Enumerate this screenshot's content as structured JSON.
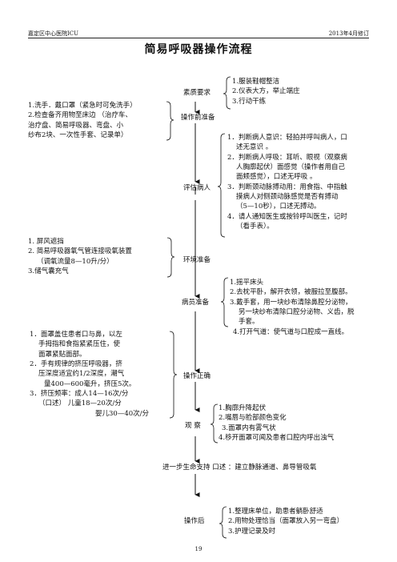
{
  "header": {
    "left": "嘉定区中心医院ICU",
    "right": "2013年4月修订"
  },
  "title": "简易呼吸器操作流程",
  "steps": {
    "s1": "素质要求",
    "s2": "操作前准备",
    "s3": "评估病人",
    "s4": "环境准备",
    "s5": "病员准备",
    "s6": "操作正确",
    "s7": "观  察",
    "s8": "进一步生命支持  口述 ：建立静脉通道、鼻导管吸氧",
    "s9": "操作后"
  },
  "quality": [
    "1.服装鞋帽整洁",
    "2.仪表大方，举止端庄",
    "3.行动干练"
  ],
  "preparation": [
    "1.洗手．戴口罩（紧急时可免洗手）",
    "2.检查备齐用物至床边 （治疗车、",
    "治疗盘、简易呼吸器、弯盘、小",
    "纱布2块、一次性手套、记录单）"
  ],
  "assess": [
    "1．判断病人意识：轻拍并呼叫病人，口",
    "述无意识 。",
    "2．判断病人呼吸：耳听、眼视（观察病",
    "人胸廓起伏）面感觉（操作者用自己",
    "面颊感觉），口述无呼吸 。",
    "3．判断颈动脉搏动用：用食指、中指触",
    "摸病人对侧颈动脉感觉是否有搏动",
    "（5—10秒），口述无搏动。",
    "4．请人通知医生或按铃呼叫医生，记时",
    "（看手表）。"
  ],
  "environment": [
    "1.   屏风遮挡",
    "2.   简易呼吸器氧气管连接吸氧装置",
    "（调氧流量8—10升/分）",
    "3.储气囊充气"
  ],
  "patient": [
    "1.摇平床头",
    "2.去枕平卧，解开衣领，被服拉至腹部。",
    "3.戴手套，用一块纱布清除鼻腔分泌物，",
    "另一块纱布清除口腔分泌物、义齿，脱",
    "手套。",
    "4.打开气道：使气道与口腔成一直线。"
  ],
  "operation": [
    "1．面罩盖住患者口与鼻，以左",
    "手拇指和食指紧紧压住，使",
    "面罩紧贴面部。",
    "2．手有规律的挤压呼吸器，挤",
    "压深度适宜约1/2深度，潮气",
    "量400—600毫升，挤压5次。",
    "3．挤压频率：成人14—16次/分",
    "（口述）    儿童18—20次/分",
    "婴儿30—40次/分"
  ],
  "observe": [
    "1.胸廓升降起伏",
    "2.嘴唇与脸部颜色变化",
    "3.面罩内有雾气状",
    "4.移开面罩可闻及患者口腔内呼出浊气"
  ],
  "after": [
    "1.整理床单位，助患者躺卧舒适",
    "2.用物处理恰当（面罩放入另一弯盘）",
    "3.护理记录及时"
  ],
  "page_number": "19"
}
